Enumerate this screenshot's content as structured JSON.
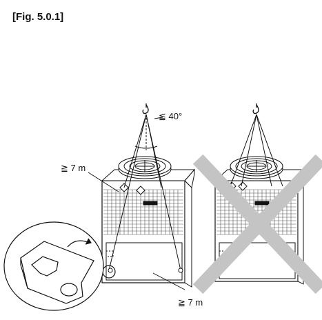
{
  "figure": {
    "caption": "[Fig. 5.0.1]"
  },
  "labels": {
    "sling_angle": "≦ 40°",
    "upper_clearance": "≧ 7 m",
    "lower_clearance": "≧ 7 m"
  },
  "colors": {
    "line": "#111111",
    "cross": "#c4c4c4",
    "panel": "#ffffff"
  }
}
